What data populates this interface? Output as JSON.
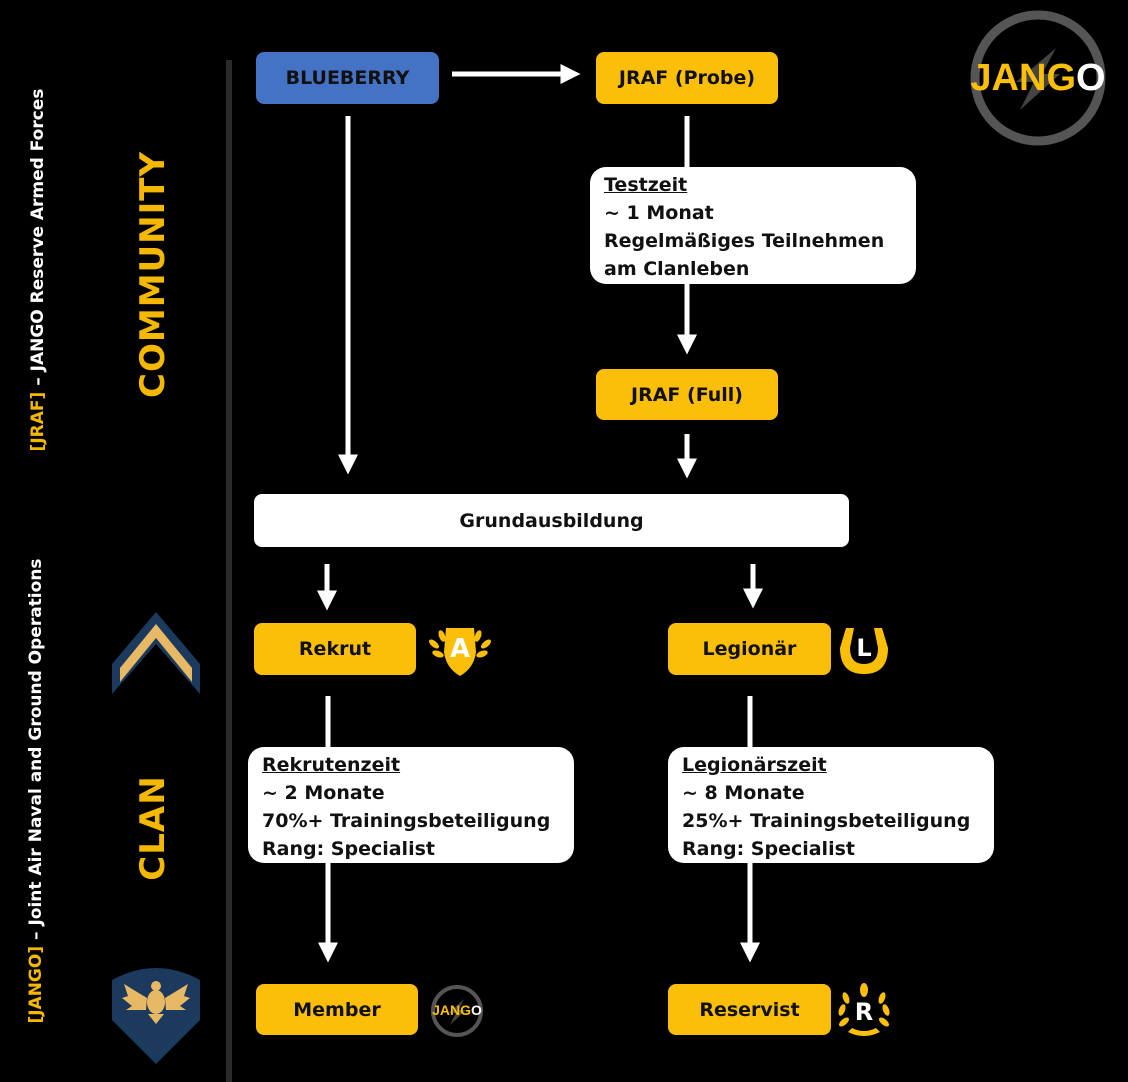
{
  "side_labels": {
    "top_tag": "[JRAF]",
    "top_text": " – JANGO Reserve Armed Forces",
    "bottom_tag": "[JANGO]",
    "bottom_text": " – Joint Air Naval and Ground Operations"
  },
  "sections": {
    "community": "COMMUNITY",
    "clan": "CLAN"
  },
  "logo": {
    "text_jang": "JANG",
    "text_o": "O"
  },
  "nodes": {
    "blueberry": "BLUEBERRY",
    "jraf_probe": "JRAF (Probe)",
    "jraf_full": "JRAF (Full)",
    "grundausbildung": "Grundausbildung",
    "rekrut": "Rekrut",
    "legionaer": "Legionär",
    "member": "Member",
    "reservist": "Reservist"
  },
  "cards": {
    "testzeit": {
      "title": "Testzeit",
      "lines": [
        "~ 1 Monat",
        "Regelmäßiges Teilnehmen",
        "am Clanleben"
      ]
    },
    "rekrutenzeit": {
      "title": "Rekrutenzeit",
      "lines": [
        "~ 2 Monate",
        "70%+ Trainingsbeteiligung",
        "Rang: Specialist"
      ]
    },
    "legionaerszeit": {
      "title": "Legionärszeit",
      "lines": [
        "~ 8 Monate",
        "25%+ Trainingsbeteiligung",
        "Rang: Specialist"
      ]
    }
  },
  "badges": {
    "rekrut": "A",
    "legionaer": "L",
    "member_jang": "JANG",
    "member_o": "O",
    "reservist": "R"
  },
  "colors": {
    "gold": "#fbbf0a",
    "blue": "#4472c4",
    "white": "#ffffff",
    "background": "#000000",
    "divider": "#2b2b2b",
    "navy": "#1c3a5e"
  },
  "icons": [
    "chevron-rank-icon",
    "eagle-specialist-rank-icon",
    "jango-logo-icon",
    "laurel-a-badge-icon",
    "horseshoe-l-badge-icon",
    "jango-small-logo-icon",
    "laurel-r-badge-icon"
  ]
}
